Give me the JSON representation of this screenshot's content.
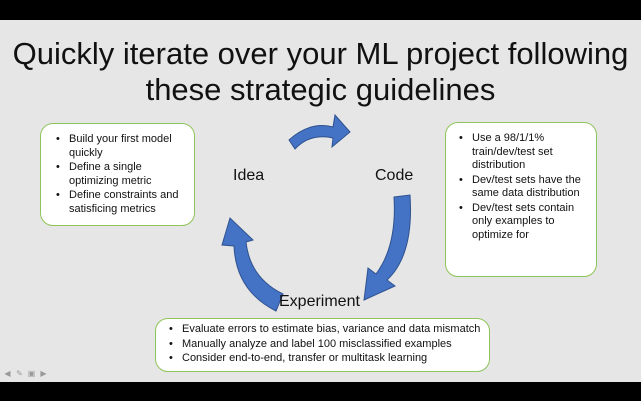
{
  "slide": {
    "title_line1": "Quickly iterate over your ML project following",
    "title_line2": "these strategic guidelines",
    "cycle": {
      "idea": "Idea",
      "code": "Code",
      "experiment": "Experiment",
      "arrow_color": "#4472c4"
    },
    "idea_box": {
      "items": [
        "Build your first model quickly",
        "Define a single optimizing metric",
        "Define constraints and satisficing metrics"
      ]
    },
    "code_box": {
      "items": [
        "Use a 98/1/1% train/dev/test set distribution",
        "Dev/test sets have the same data distribution",
        "Dev/test sets contain only examples to optimize for"
      ]
    },
    "experiment_box": {
      "items": [
        "Evaluate errors to estimate bias, variance and data mismatch",
        "Manually analyze and label 100 misclassified examples",
        "Consider end-to-end, transfer or multitask learning"
      ]
    },
    "box_border_color": "#8fc45a"
  },
  "toolbar": {
    "icons": [
      "prev-arrow-icon",
      "pen-icon",
      "slides-icon",
      "next-arrow-icon"
    ]
  }
}
